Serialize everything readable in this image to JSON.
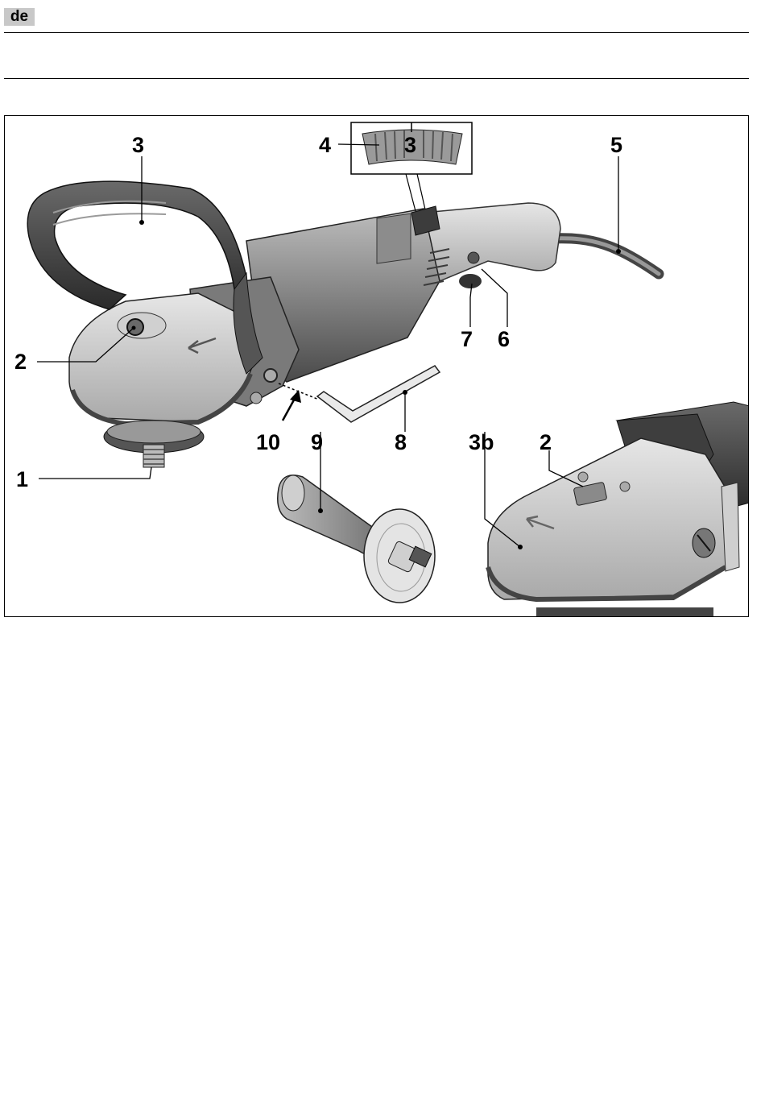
{
  "header": {
    "language_code": "de"
  },
  "figure": {
    "callouts": {
      "c1": "1",
      "c2a": "2",
      "c2b": "2",
      "c3a": "3",
      "c3b": "3b",
      "c4": "4",
      "c5": "5",
      "c6": "6",
      "c7": "7",
      "c8": "8",
      "c9": "9",
      "c10": "10"
    },
    "dial_value": "3"
  }
}
